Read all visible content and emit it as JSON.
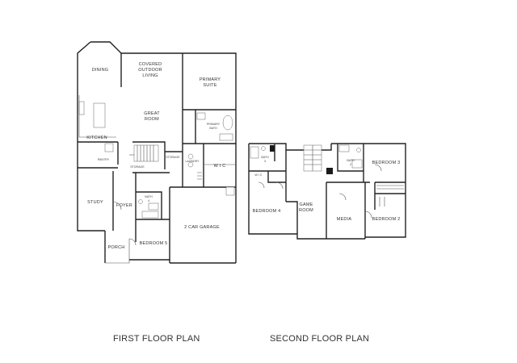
{
  "first_floor": {
    "title": "FIRST FLOOR PLAN",
    "rooms": {
      "dining": "DINING",
      "outdoor_1": "COVERED",
      "outdoor_2": "OUTDOOR",
      "outdoor_3": "LIVING",
      "primary_suite_1": "PRIMARY",
      "primary_suite_2": "SUITE",
      "great_room_1": "GREAT",
      "great_room_2": "ROOM",
      "primary_bath_1": "PRIMARY",
      "primary_bath_2": "BATH",
      "kitchen": "KITCHEN",
      "pantry": "PANTRY",
      "storage_1": "STORAGE",
      "storage_2": "STORAGE",
      "laundry": "LAUNDRY",
      "wic": "W I C",
      "study": "STUDY",
      "foyer": "FOYER",
      "bath_1": "BATH",
      "bath_2": "4",
      "two_car_garage": "2 CAR GARAGE",
      "porch": "PORCH",
      "bedroom_5": "BEDROOM 5"
    }
  },
  "second_floor": {
    "title": "SECOND FLOOR PLAN",
    "rooms": {
      "bath_3a": "BATH",
      "bath_3b": "3",
      "bath_2a": "BATH",
      "bath_2b": "2",
      "bedroom_3": "BEDROOM 3",
      "wic": "W I C",
      "game_room_1": "GAME",
      "game_room_2": "ROOM",
      "bedroom_4": "BEDROOM 4",
      "media": "MEDIA",
      "bedroom_2": "BEDROOM 2"
    }
  }
}
